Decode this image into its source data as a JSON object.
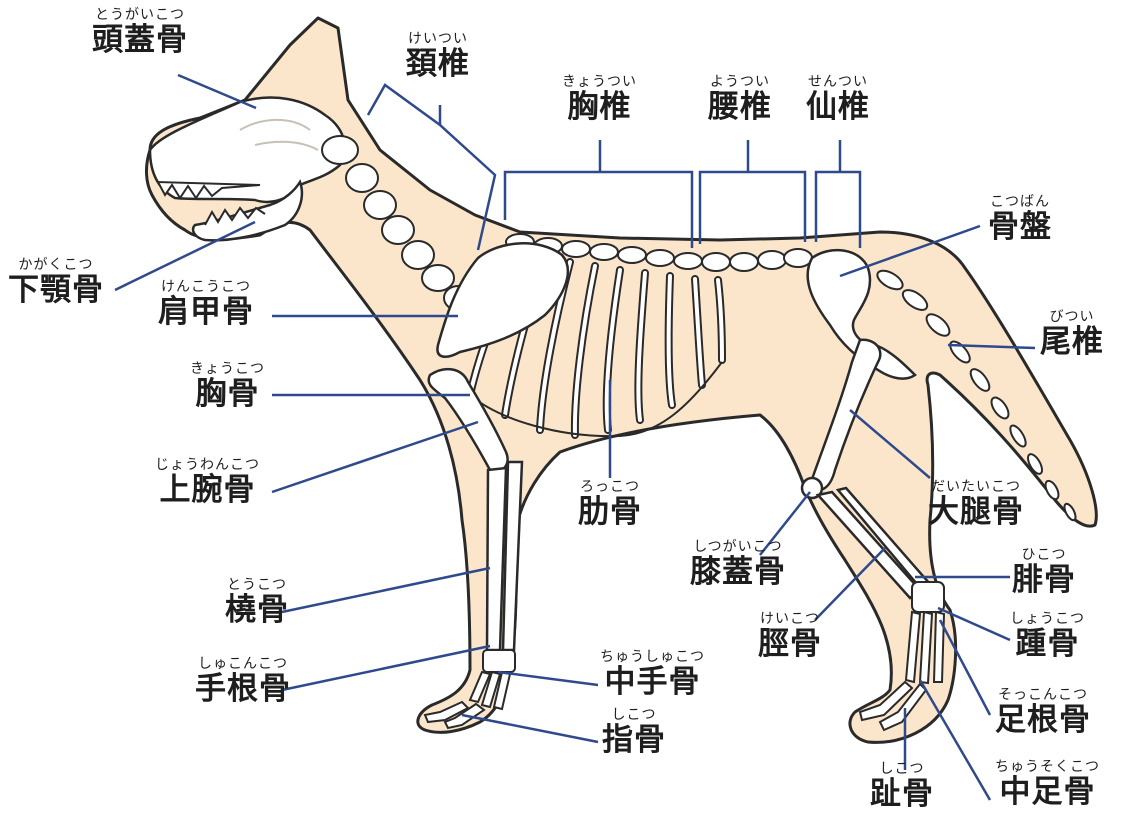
{
  "colors": {
    "body_fill": "#fbe6cc",
    "outline": "#2a2a2a",
    "bone": "#ffffff",
    "leader_line": "#2f4a8c",
    "text": "#1e1e1e"
  },
  "labels": {
    "skull": {
      "ruby": "とうがいこつ",
      "name": "頭蓋骨"
    },
    "cervical": {
      "ruby": "けいつい",
      "name": "頚椎"
    },
    "thoracic": {
      "ruby": "きょうつい",
      "name": "胸椎"
    },
    "lumbar": {
      "ruby": "ようつい",
      "name": "腰椎"
    },
    "sacral": {
      "ruby": "せんつい",
      "name": "仙椎"
    },
    "pelvis": {
      "ruby": "こつばん",
      "name": "骨盤"
    },
    "caudal": {
      "ruby": "びつい",
      "name": "尾椎"
    },
    "mandible": {
      "ruby": "かがくこつ",
      "name": "下顎骨"
    },
    "scapula": {
      "ruby": "けんこうこつ",
      "name": "肩甲骨"
    },
    "sternum": {
      "ruby": "きょうこつ",
      "name": "胸骨"
    },
    "humerus": {
      "ruby": "じょうわんこつ",
      "name": "上腕骨"
    },
    "rib": {
      "ruby": "ろっこつ",
      "name": "肋骨"
    },
    "femur": {
      "ruby": "だいたいこつ",
      "name": "大腿骨"
    },
    "patella": {
      "ruby": "しつがいこつ",
      "name": "膝蓋骨"
    },
    "fibula": {
      "ruby": "ひこつ",
      "name": "腓骨"
    },
    "tibia": {
      "ruby": "けいこつ",
      "name": "脛骨"
    },
    "calcaneus": {
      "ruby": "しょうこつ",
      "name": "踵骨"
    },
    "radius": {
      "ruby": "とうこつ",
      "name": "橈骨"
    },
    "tarsal": {
      "ruby": "そっこんこつ",
      "name": "足根骨"
    },
    "carpal": {
      "ruby": "しゅこんこつ",
      "name": "手根骨"
    },
    "metacarpal": {
      "ruby": "ちゅうしゅこつ",
      "name": "中手骨"
    },
    "phalanx_fore": {
      "ruby": "しこつ",
      "name": "指骨"
    },
    "phalanx_hind": {
      "ruby": "しこつ",
      "name": "趾骨"
    },
    "metatarsal": {
      "ruby": "ちゅうそくこつ",
      "name": "中足骨"
    }
  }
}
